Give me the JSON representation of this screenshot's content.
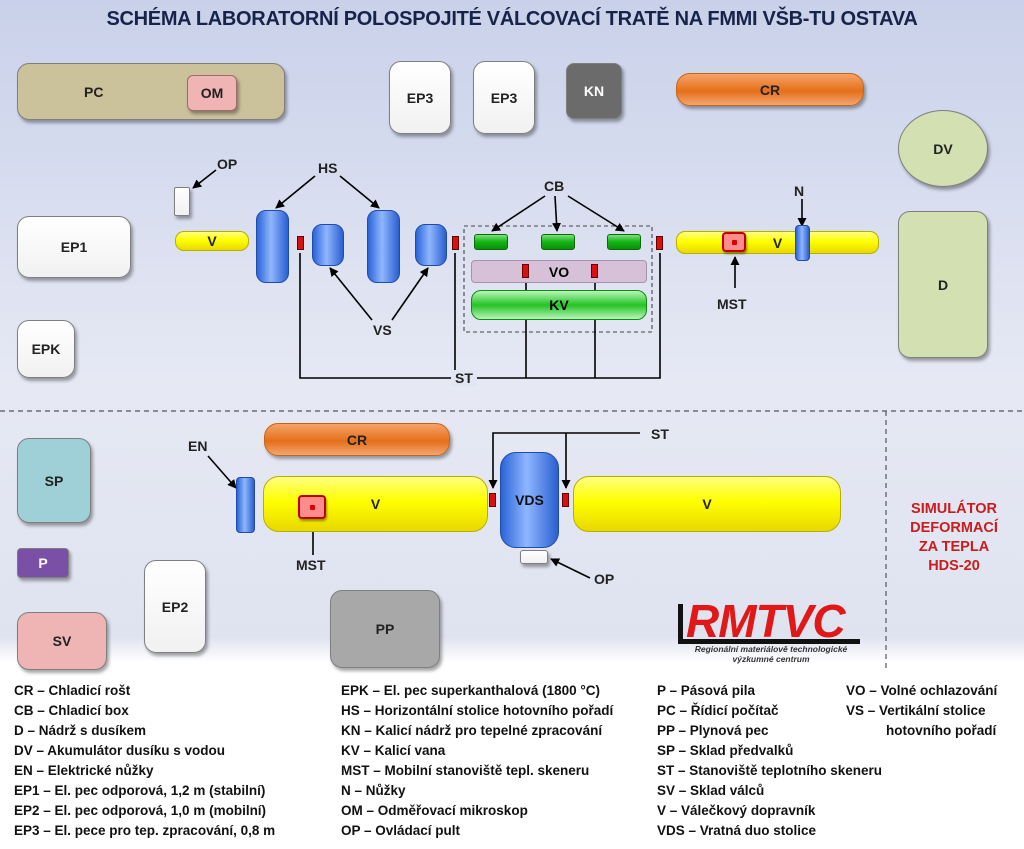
{
  "title": "SCHÉMA LABORATORNÍ POLOSPOJITÉ VÁLCOVACÍ TRATĚ NA FMMI VŠB-TU OSTAVA",
  "blocks": {
    "pc": "PC",
    "om": "OM",
    "ep3_a": "EP3",
    "ep3_b": "EP3",
    "kn": "KN",
    "cr_top": "CR",
    "dv": "DV",
    "d": "D",
    "ep1": "EP1",
    "epk": "EPK",
    "sp": "SP",
    "p": "P",
    "sv": "SV",
    "ep2": "EP2",
    "pp": "PP",
    "cr_bottom": "CR"
  },
  "labels": {
    "op_top": "OP",
    "hs": "HS",
    "cb": "CB",
    "n": "N",
    "v_left": "V",
    "v_right": "V",
    "vo": "VO",
    "kv": "KV",
    "vs": "VS",
    "st_top": "ST",
    "mst_top": "MST",
    "en": "EN",
    "v_bottom_left": "V",
    "v_bottom_right": "V",
    "vds": "VDS",
    "st_bottom": "ST",
    "op_bottom": "OP",
    "mst_bottom": "MST"
  },
  "simulator": [
    "SIMULÁTOR",
    "DEFORMACÍ",
    "ZA TEPLA",
    "HDS-20"
  ],
  "logo": {
    "name": "RMTVC",
    "subtitle_1": "Regionální materiálově technologické",
    "subtitle_2": "výzkumné centrum"
  },
  "legend": {
    "col1": [
      "CR – Chladicí rošt",
      "CB – Chladicí box",
      "D – Nádrž s dusíkem",
      "DV – Akumulátor dusíku s vodou",
      "EN – Elektrické nůžky",
      "EP1 – El. pec odporová, 1,2 m (stabilní)",
      "EP2 – El. pec odporová, 1,0 m (mobilní)",
      "EP3 – El. pece pro tep. zpracování, 0,8 m"
    ],
    "col2": [
      "EPK – El. pec superkanthalová (1800 °C)",
      "HS – Horizontální stolice hotovního pořadí",
      "KN – Kalicí nádrž pro tepelné zpracování",
      "KV – Kalicí vana",
      "MST – Mobilní stanoviště tepl. skeneru",
      "N – Nůžky",
      "OM – Odměřovací mikroskop",
      "OP – Ovládací pult"
    ],
    "col3": [
      "P – Pásová pila",
      "PC – Řídicí počítač",
      "PP – Plynová pec",
      "SP – Sklad předvalků",
      "ST – Stanoviště teplotního skeneru",
      "SV – Sklad válců",
      "V – Válečkový dopravník",
      "VDS – Vratná duo stolice"
    ],
    "col4": [
      "VO – Volné ochlazování",
      "VS – Vertikální stolice",
      "hotovního pořadí"
    ]
  }
}
